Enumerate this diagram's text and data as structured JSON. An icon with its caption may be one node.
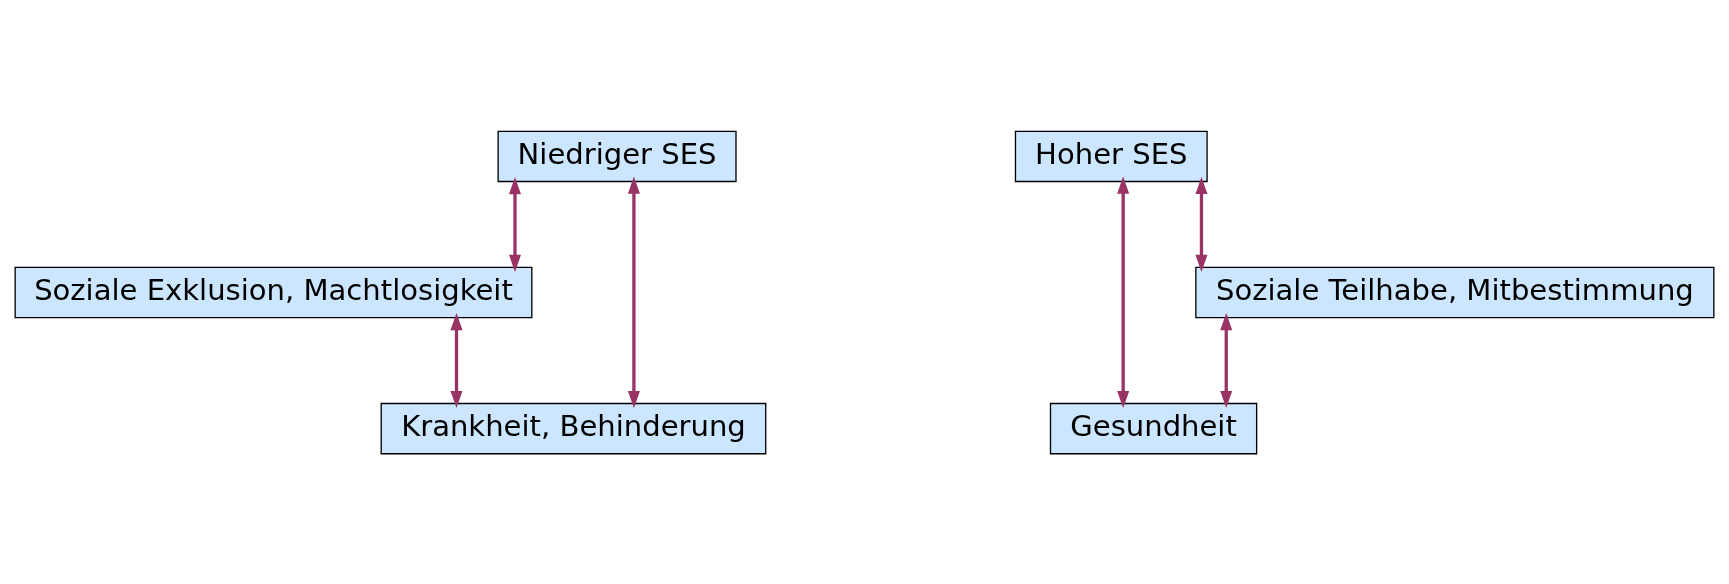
{
  "diagram": {
    "nodes": [
      {
        "text": [
          "Niedriger SES"
        ]
      },
      {
        "text": [
          "Soziale Exklusion, Machtlosigkeit"
        ]
      },
      {
        "text": [
          "Krankheit, Behinderung"
        ]
      },
      {
        "text": [
          "Hoher SES"
        ]
      },
      {
        "text": [
          "Soziale Teilhabe, Mitbestimmung"
        ]
      },
      {
        "text": [
          "Gesundheit"
        ]
      }
    ],
    "edges": [
      {
        "from": 0,
        "to": 1,
        "arrow": "both"
      },
      {
        "from": 0,
        "to": 2,
        "arrow": "both"
      },
      {
        "from": 1,
        "to": 2,
        "arrow": "both"
      },
      {
        "from": 4,
        "to": 3,
        "arrow": "both"
      },
      {
        "from": 3,
        "to": 5,
        "arrow": "both"
      },
      {
        "from": 4,
        "to": 5,
        "arrow": "both"
      }
    ]
  }
}
